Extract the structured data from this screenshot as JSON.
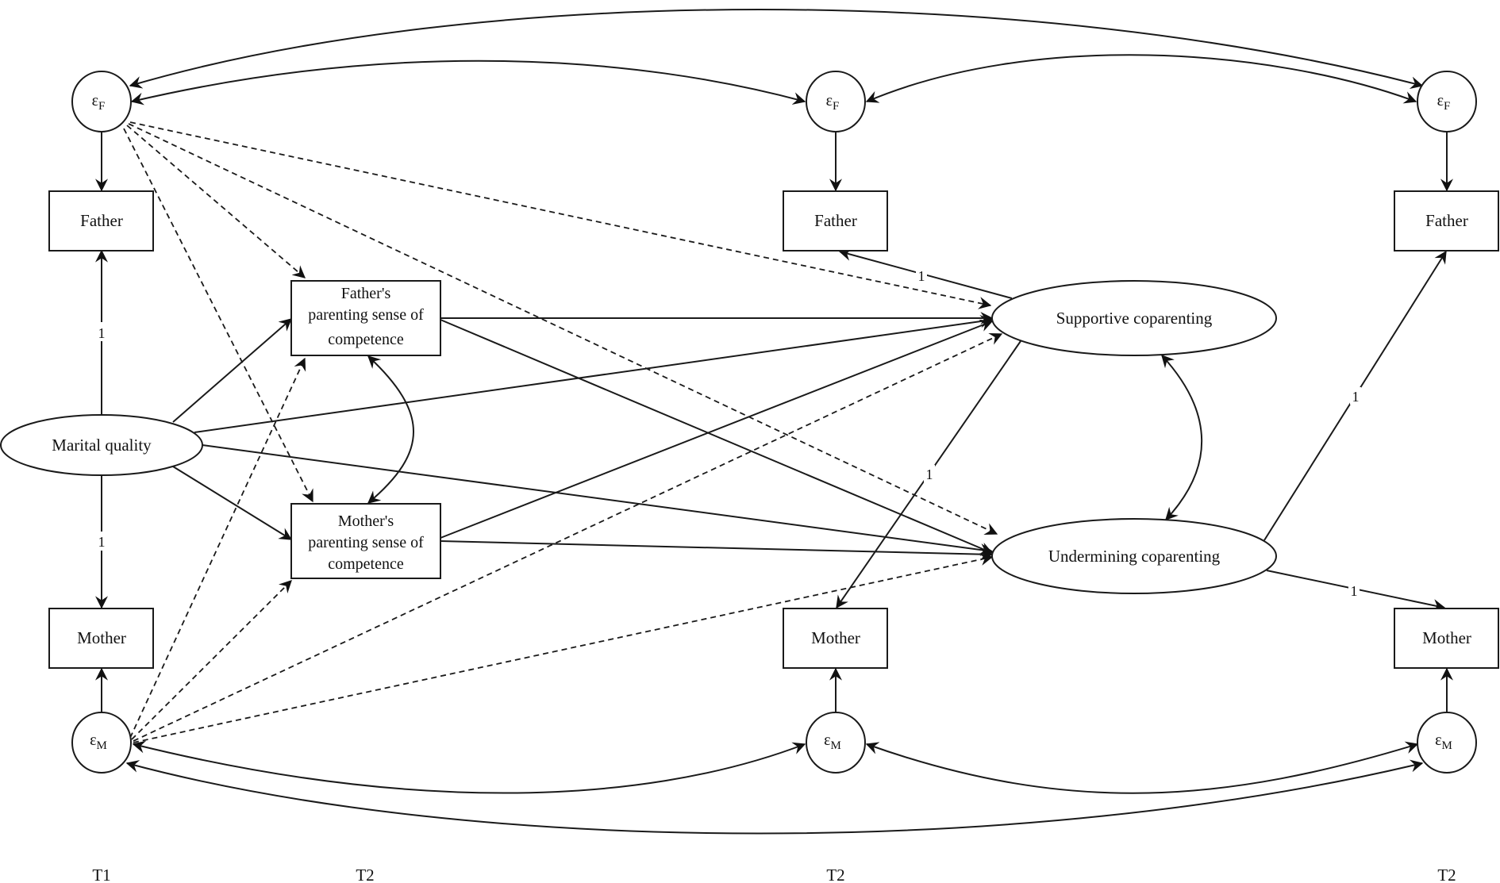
{
  "diagram": {
    "type": "structural-equation-model",
    "nodes": {
      "father_t1": {
        "label": "Father",
        "shape": "rect"
      },
      "mother_t1": {
        "label": "Mother",
        "shape": "rect"
      },
      "father_t2_mid": {
        "label": "Father",
        "shape": "rect"
      },
      "mother_t2_mid": {
        "label": "Mother",
        "shape": "rect"
      },
      "father_t2_right": {
        "label": "Father",
        "shape": "rect"
      },
      "mother_t2_right": {
        "label": "Mother",
        "shape": "rect"
      },
      "father_psoc": {
        "lines": [
          "Father's",
          "parenting sense of",
          "competence"
        ],
        "shape": "rect"
      },
      "mother_psoc": {
        "lines": [
          "Mother's",
          "parenting sense of",
          "competence"
        ],
        "shape": "rect"
      },
      "marital_quality": {
        "label": "Marital quality",
        "shape": "ellipse"
      },
      "supportive": {
        "label": "Supportive coparenting",
        "shape": "ellipse"
      },
      "undermining": {
        "label": "Undermining coparenting",
        "shape": "ellipse"
      },
      "eps_f_t1": {
        "symbol": "ε",
        "sub": "F",
        "shape": "circle"
      },
      "eps_f_mid": {
        "symbol": "ε",
        "sub": "F",
        "shape": "circle"
      },
      "eps_f_right": {
        "symbol": "ε",
        "sub": "F",
        "shape": "circle"
      },
      "eps_m_t1": {
        "symbol": "ε",
        "sub": "M",
        "shape": "circle"
      },
      "eps_m_mid": {
        "symbol": "ε",
        "sub": "M",
        "shape": "circle"
      },
      "eps_m_right": {
        "symbol": "ε",
        "sub": "M",
        "shape": "circle"
      }
    },
    "edges": [
      {
        "from": "marital_quality",
        "to": "father_t1",
        "style": "solid",
        "label": "1"
      },
      {
        "from": "marital_quality",
        "to": "mother_t1",
        "style": "solid",
        "label": "1"
      },
      {
        "from": "supportive",
        "to": "father_t2_mid",
        "style": "solid",
        "label": "1"
      },
      {
        "from": "supportive",
        "to": "mother_t2_mid",
        "style": "solid",
        "label": "1"
      },
      {
        "from": "undermining",
        "to": "father_t2_right",
        "style": "solid",
        "label": "1"
      },
      {
        "from": "undermining",
        "to": "mother_t2_right",
        "style": "solid",
        "label": "1"
      },
      {
        "from": "marital_quality",
        "to": "father_psoc",
        "style": "solid"
      },
      {
        "from": "marital_quality",
        "to": "mother_psoc",
        "style": "solid"
      },
      {
        "from": "marital_quality",
        "to": "supportive",
        "style": "solid"
      },
      {
        "from": "marital_quality",
        "to": "undermining",
        "style": "solid"
      },
      {
        "from": "father_psoc",
        "to": "supportive",
        "style": "solid"
      },
      {
        "from": "father_psoc",
        "to": "undermining",
        "style": "solid"
      },
      {
        "from": "mother_psoc",
        "to": "supportive",
        "style": "solid"
      },
      {
        "from": "mother_psoc",
        "to": "undermining",
        "style": "solid"
      },
      {
        "from": "father_psoc",
        "to": "mother_psoc",
        "style": "covariance"
      },
      {
        "from": "supportive",
        "to": "undermining",
        "style": "covariance"
      },
      {
        "from": "eps_f_t1",
        "to": "father_psoc",
        "style": "dashed"
      },
      {
        "from": "eps_f_t1",
        "to": "mother_psoc",
        "style": "dashed"
      },
      {
        "from": "eps_f_t1",
        "to": "supportive",
        "style": "dashed"
      },
      {
        "from": "eps_f_t1",
        "to": "undermining",
        "style": "dashed"
      },
      {
        "from": "eps_m_t1",
        "to": "father_psoc",
        "style": "dashed"
      },
      {
        "from": "eps_m_t1",
        "to": "mother_psoc",
        "style": "dashed"
      },
      {
        "from": "eps_m_t1",
        "to": "supportive",
        "style": "dashed"
      },
      {
        "from": "eps_m_t1",
        "to": "undermining",
        "style": "dashed"
      },
      {
        "from": "eps_f_t1",
        "to": "father_t1",
        "style": "solid"
      },
      {
        "from": "eps_f_mid",
        "to": "father_t2_mid",
        "style": "solid"
      },
      {
        "from": "eps_f_right",
        "to": "father_t2_right",
        "style": "solid"
      },
      {
        "from": "eps_m_t1",
        "to": "mother_t1",
        "style": "solid"
      },
      {
        "from": "eps_m_mid",
        "to": "mother_t2_mid",
        "style": "solid"
      },
      {
        "from": "eps_m_right",
        "to": "mother_t2_right",
        "style": "solid"
      },
      {
        "from": "eps_f_t1",
        "to": "eps_f_mid",
        "style": "covariance"
      },
      {
        "from": "eps_f_t1",
        "to": "eps_f_right",
        "style": "covariance"
      },
      {
        "from": "eps_f_mid",
        "to": "eps_f_right",
        "style": "covariance"
      },
      {
        "from": "eps_m_t1",
        "to": "eps_m_mid",
        "style": "covariance"
      },
      {
        "from": "eps_m_t1",
        "to": "eps_m_right",
        "style": "covariance"
      },
      {
        "from": "eps_m_mid",
        "to": "eps_m_right",
        "style": "covariance"
      }
    ],
    "edge_label_value": "1",
    "time_labels": [
      "T1",
      "T2",
      "T2",
      "T2"
    ]
  }
}
